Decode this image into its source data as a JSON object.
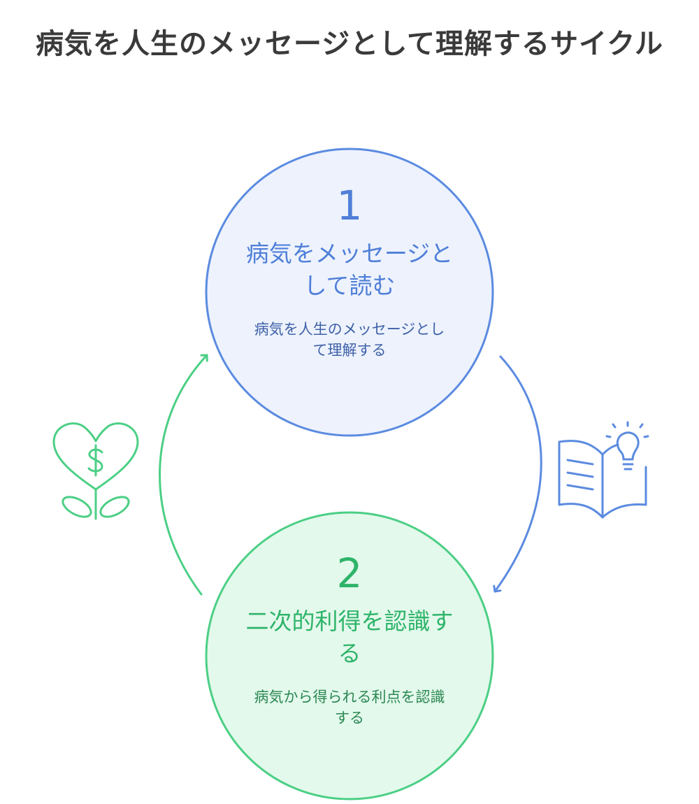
{
  "title": "病気を人生のメッセージとして理解するサイクル",
  "colors": {
    "blue_stroke": "#5b8be0",
    "blue_fill": "#edf2fd",
    "green_stroke": "#4ccf85",
    "green_fill": "#e3f9ec"
  },
  "nodes": [
    {
      "number": "1",
      "label": "病気をメッセージとして読む",
      "description": "病気を人生のメッセージとして理解する",
      "icon": "open-book-lightbulb-icon"
    },
    {
      "number": "2",
      "label": "二次的利得を認識する",
      "description": "病気から得られる利点を認識する",
      "icon": "heart-dollar-plant-icon"
    }
  ]
}
